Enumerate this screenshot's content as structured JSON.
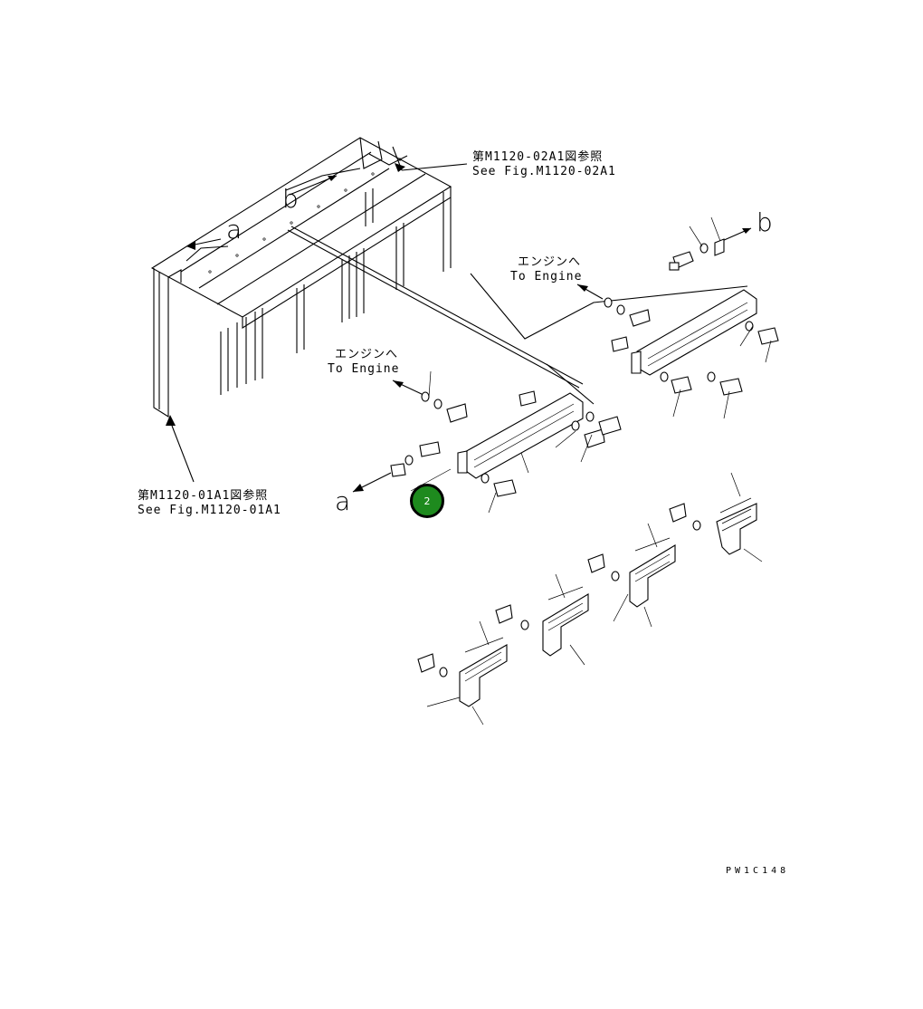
{
  "refs": {
    "top_jp": "第M1120-02A1図参照",
    "top_en": "See Fig.M1120-02A1",
    "left_jp": "第M1120-01A1図参照",
    "left_en": "See Fig.M1120-01A1"
  },
  "engine_labels": {
    "right_jp": "エンジンへ",
    "right_en": "To Engine",
    "left_jp": "エンジンへ",
    "left_en": "To Engine"
  },
  "view_marks": {
    "a_top": "a",
    "b_top": "b",
    "b_right": "b",
    "a_bottom": "a"
  },
  "callout": {
    "number": "2",
    "color": "#1e8a1e"
  },
  "drawing_code": "PW1C148"
}
